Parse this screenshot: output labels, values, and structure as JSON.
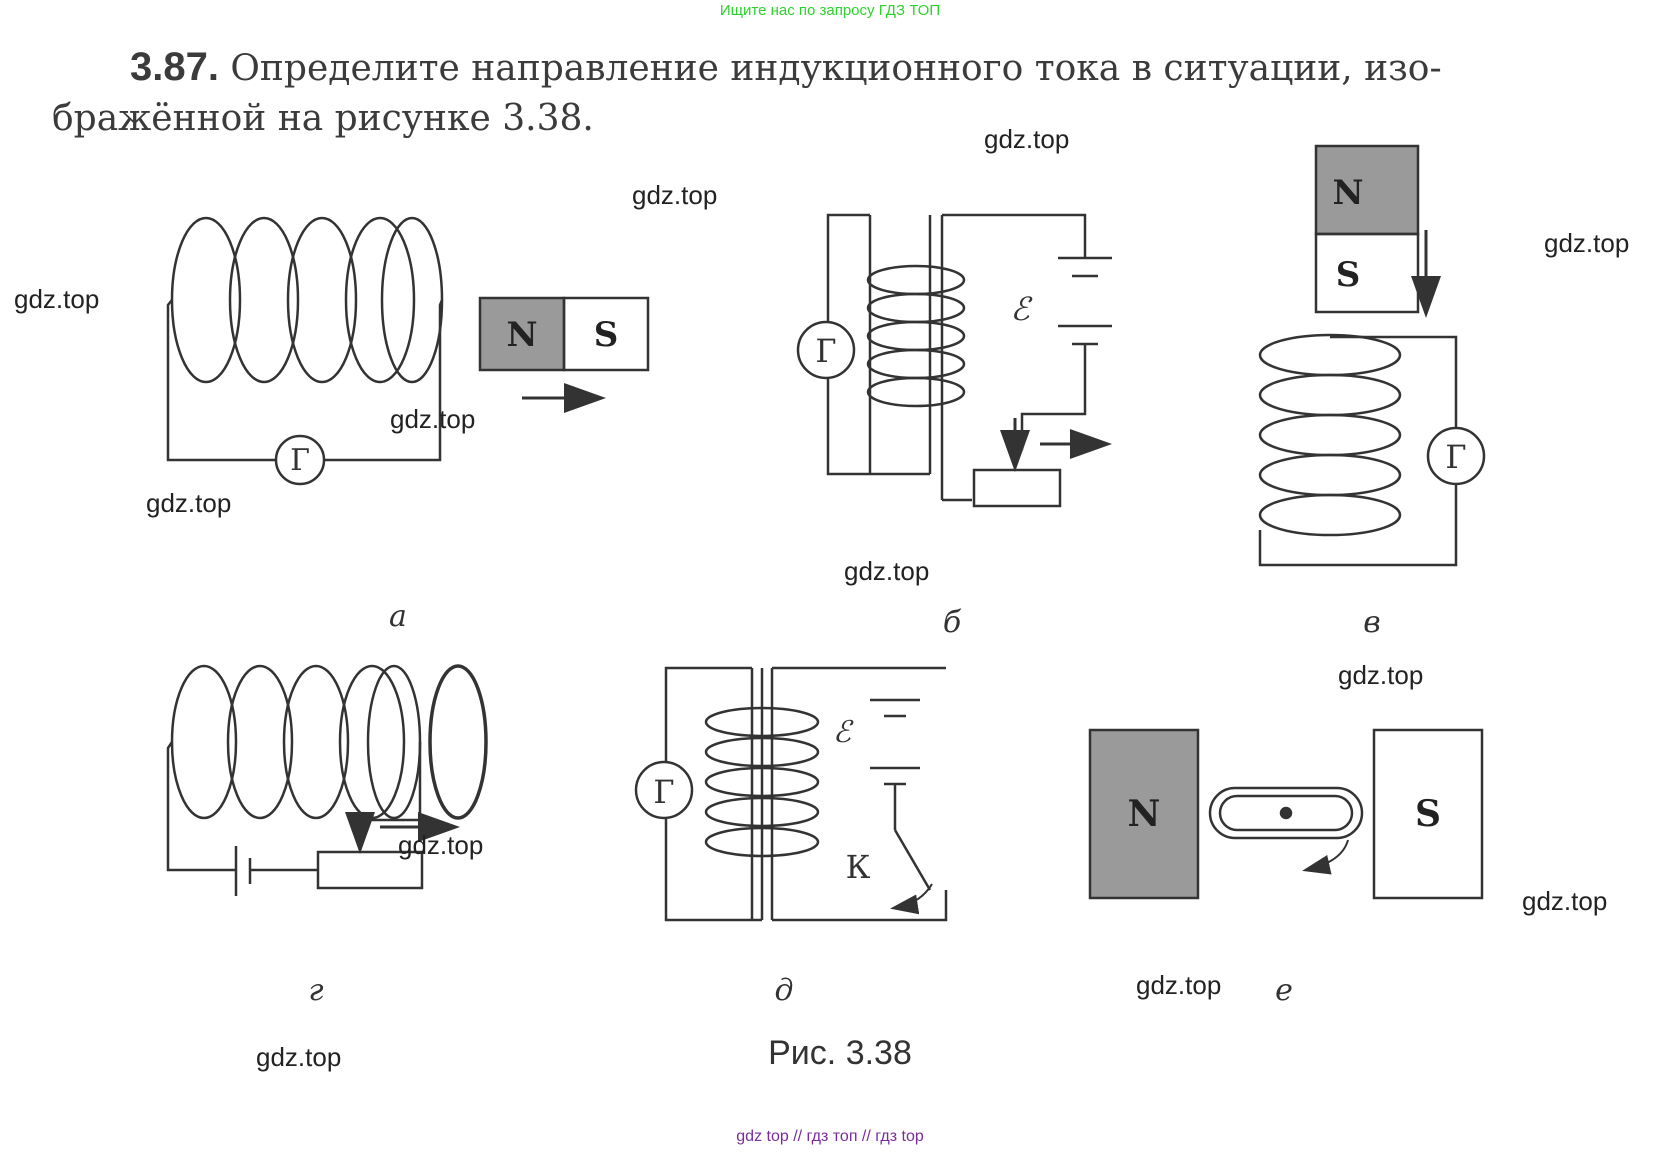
{
  "banner_top": "Ищите нас по запросу ГДЗ ТОП",
  "banner_bottom": "gdz top  //  гдз топ  //  гдз top",
  "problem": {
    "number": "3.87.",
    "line1": "Определите направление индукционного тока в ситуации, изо-",
    "line2": "бражённой на рисунке 3.38."
  },
  "figure": {
    "caption": "Рис. 3.38",
    "sub_labels": {
      "a": "а",
      "b": "б",
      "v": "в",
      "g": "г",
      "d": "д",
      "e": "е"
    },
    "galvanometer": "Г",
    "north": "N",
    "south": "S",
    "emf": "ℰ",
    "key": "К"
  },
  "watermark": "gdz.top",
  "colors": {
    "ink": "#333333",
    "magnet_shade": "#999999",
    "banner_top": "#2fd12f",
    "banner_bottom": "#7a2d9a"
  }
}
